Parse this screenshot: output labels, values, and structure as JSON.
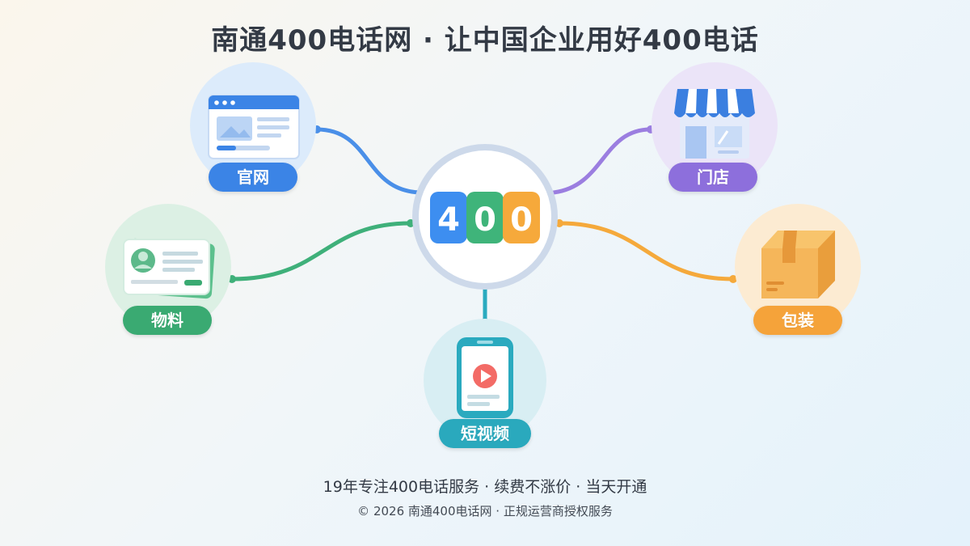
{
  "title": "南通400电话网 · 让中国企业用好400电话",
  "center": {
    "digits": [
      "4",
      "0",
      "0"
    ],
    "digit_colors": [
      "#3d8ef0",
      "#3fb47a",
      "#f6a93b"
    ]
  },
  "nodes": [
    {
      "key": "website",
      "label": "官网",
      "color": "#3b84e6",
      "bg": "#dcebfb",
      "icon": "browser-window-icon"
    },
    {
      "key": "store",
      "label": "门店",
      "color": "#8d6fdc",
      "bg": "#ebe4f8",
      "icon": "storefront-icon"
    },
    {
      "key": "materials",
      "label": "物料",
      "color": "#3aaa72",
      "bg": "#dcf0e4",
      "icon": "business-card-icon"
    },
    {
      "key": "packaging",
      "label": "包装",
      "color": "#f5a33a",
      "bg": "#fcebd2",
      "icon": "package-box-icon"
    },
    {
      "key": "video",
      "label": "短视频",
      "color": "#2aa9bd",
      "bg": "#d8eef3",
      "icon": "phone-video-icon"
    }
  ],
  "footer": {
    "main": "19年专注400电话服务 · 续费不涨价 · 当天开通",
    "sub": "© 2026 南通400电话网 · 正规运营商授权服务"
  }
}
